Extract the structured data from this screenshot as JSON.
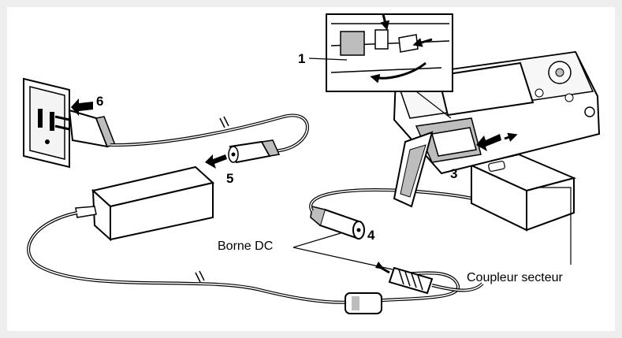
{
  "steps": {
    "s1": "1",
    "s3": "3",
    "s4": "4",
    "s5": "5",
    "s6": "6"
  },
  "labels": {
    "dc_terminal": "Borne DC",
    "coupler": "Coupleur secteur"
  },
  "colors": {
    "frame_bg": "#eeeeee",
    "panel_bg": "#ffffff",
    "line": "#000000",
    "shade": "#bdbdbd"
  }
}
